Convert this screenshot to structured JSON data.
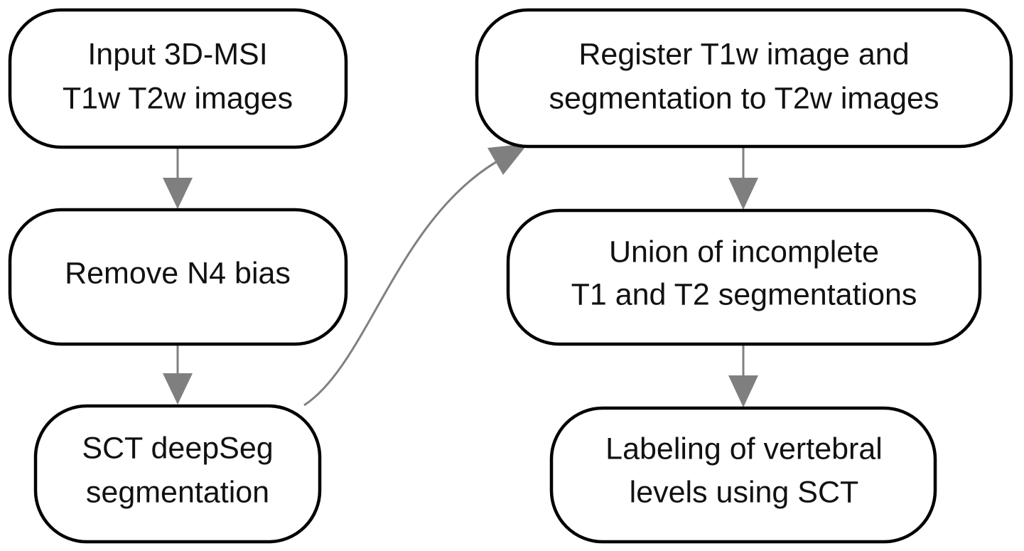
{
  "diagram": {
    "colors": {
      "node_border": "#000000",
      "node_fill": "#ffffff",
      "edge": "#808080",
      "text": "#111111"
    },
    "nodes": {
      "input": {
        "lines": [
          "Input 3D-MSI",
          "T1w T2w images"
        ]
      },
      "n4": {
        "lines": [
          "Remove N4 bias"
        ]
      },
      "deepseg": {
        "lines": [
          "SCT deepSeg",
          "segmentation"
        ]
      },
      "register": {
        "lines": [
          "Register T1w image and",
          "segmentation to T2w images"
        ]
      },
      "union": {
        "lines": [
          "Union of incomplete",
          "T1 and T2 segmentations"
        ]
      },
      "labeling": {
        "lines": [
          "Labeling of vertebral",
          "levels using SCT"
        ]
      }
    },
    "edges": [
      {
        "from": "input",
        "to": "n4"
      },
      {
        "from": "n4",
        "to": "deepseg"
      },
      {
        "from": "deepseg",
        "to": "register"
      },
      {
        "from": "register",
        "to": "union"
      },
      {
        "from": "union",
        "to": "labeling"
      }
    ]
  }
}
